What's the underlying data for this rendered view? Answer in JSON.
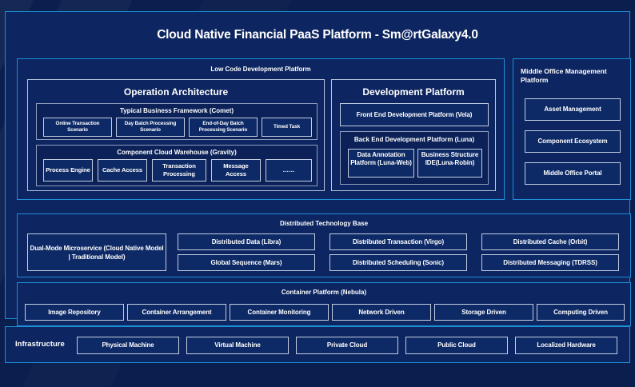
{
  "page_title": "Cloud Native Financial PaaS Platform - Sm@rtGalaxy4.0",
  "colors": {
    "background": "#0a1f4d",
    "panel": "#0d2560",
    "accent_border": "#1d8fd6",
    "leaf_border": "#c3cee2",
    "text": "#ffffff"
  },
  "low_code": {
    "title": "Low Code Development Platform",
    "operation_architecture": {
      "title": "Operation Architecture",
      "comet": {
        "title": "Typical Business Framework (Comet)",
        "items": [
          "Online Transaction Scenario",
          "Day Batch Processing Scenario",
          "End-of-Day Batch Processing Scenario",
          "Timed Task"
        ]
      },
      "gravity": {
        "title": "Component Cloud Warehouse (Gravity)",
        "items": [
          "Process Engine",
          "Cache Access",
          "Transaction Processing",
          "Message Access",
          "……"
        ]
      }
    },
    "development_platform": {
      "title": "Development Platform",
      "front_end": "Front End Development Platform (Vela)",
      "back_end": {
        "title": "Back End Development Platform (Luna)",
        "items": [
          "Data Annotation Platform (Luna-Web)",
          "Business Structure IDE(Luna-Robin)"
        ]
      }
    }
  },
  "middle_office": {
    "title": "Middle Office Management Platform",
    "items": [
      "Asset Management",
      "Component Ecosystem",
      "Middle Office Portal"
    ]
  },
  "distributed_technology_base": {
    "title": "Distributed Technology Base",
    "dual_mode": "Dual-Mode Microservice (Cloud Native Model | Traditional Model)",
    "items": [
      "Distributed Data (Libra)",
      "Distributed Transaction (Virgo)",
      "Distributed Cache (Orbit)",
      "Global Sequence (Mars)",
      "Distributed Scheduling (Sonic)",
      "Distributed Messaging (TDRSS)"
    ]
  },
  "container_platform": {
    "title": "Container Platform (Nebula)",
    "items": [
      "Image Repository",
      "Container Arrangement",
      "Container Monitoring",
      "Network Driven",
      "Storage Driven",
      "Computing Driven"
    ]
  },
  "infrastructure": {
    "label": "Infrastructure",
    "items": [
      "Physical Machine",
      "Virtual Machine",
      "Private Cloud",
      "Public Cloud",
      "Localized Hardware"
    ]
  }
}
